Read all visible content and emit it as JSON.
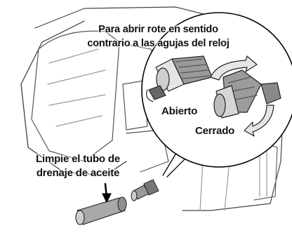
{
  "labels": {
    "instruction_line1": "Para abrir rote en sentido",
    "instruction_line2": "contrario a las agujas del reloj",
    "open": "Abierto",
    "closed": "Cerrado",
    "clean_line1": "Limpie el tubo de",
    "clean_line2": "drenaje de aceite"
  }
}
